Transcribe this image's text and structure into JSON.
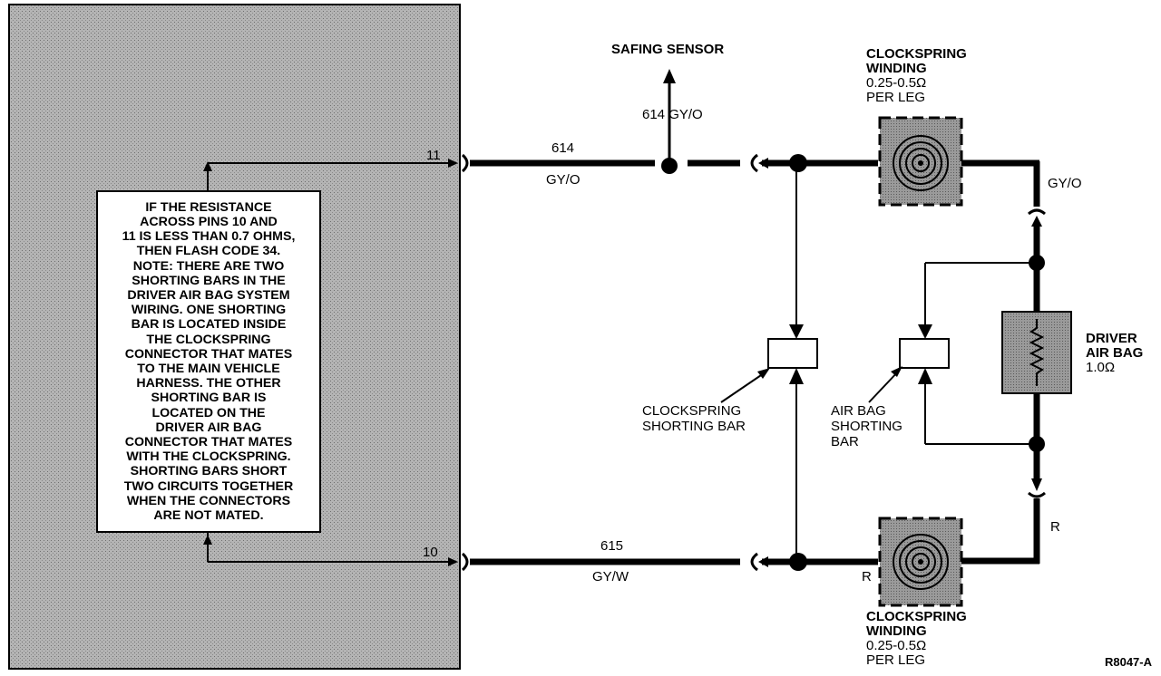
{
  "module_panel": {
    "pin_11": "11",
    "pin_10": "10"
  },
  "note": "IF THE RESISTANCE\nACROSS PINS 10 AND\n11 IS LESS THAN 0.7  OHMS,\nTHEN FLASH CODE 34.\nNOTE: THERE ARE TWO\nSHORTING BARS IN THE\nDRIVER AIR BAG SYSTEM\nWIRING. ONE SHORTING\nBAR IS LOCATED INSIDE\nTHE CLOCKSPRING\nCONNECTOR THAT MATES\nTO THE MAIN VEHICLE\nHARNESS. THE OTHER\nSHORTING BAR IS\nLOCATED ON THE\nDRIVER AIR BAG\nCONNECTOR THAT MATES\nWITH THE CLOCKSPRING.\nSHORTING BARS SHORT\nTWO CIRCUITS TOGETHER\nWHEN THE CONNECTORS\nARE NOT MATED.",
  "safing_sensor": {
    "label": "SAFING SENSOR",
    "circuit": "614 GY/O"
  },
  "wire_top": {
    "circuit": "614",
    "color": "GY/O"
  },
  "wire_bottom": {
    "circuit": "615",
    "color": "GY/W"
  },
  "clockspring_top": {
    "title_1": "CLOCKSPRING",
    "title_2": "WINDING",
    "spec_1": "0.25-0.5Ω",
    "spec_2": "PER LEG"
  },
  "clockspring_bottom": {
    "title_1": "CLOCKSPRING",
    "title_2": "WINDING",
    "spec_1": "0.25-0.5Ω",
    "spec_2": "PER LEG"
  },
  "right_wire_top_color": "GY/O",
  "right_wire_bottom_color": "R",
  "clockspring_bottom_in_color": "R",
  "clockspring_shorting_bar": {
    "line_1": "CLOCKSPRING",
    "line_2": "SHORTING BAR"
  },
  "airbag_shorting_bar": {
    "line_1": "AIR BAG",
    "line_2": "SHORTING",
    "line_3": "BAR"
  },
  "driver_airbag": {
    "line_1": "DRIVER",
    "line_2": "AIR BAG",
    "line_3": "1.0Ω"
  },
  "figure_code": "R8047-A"
}
